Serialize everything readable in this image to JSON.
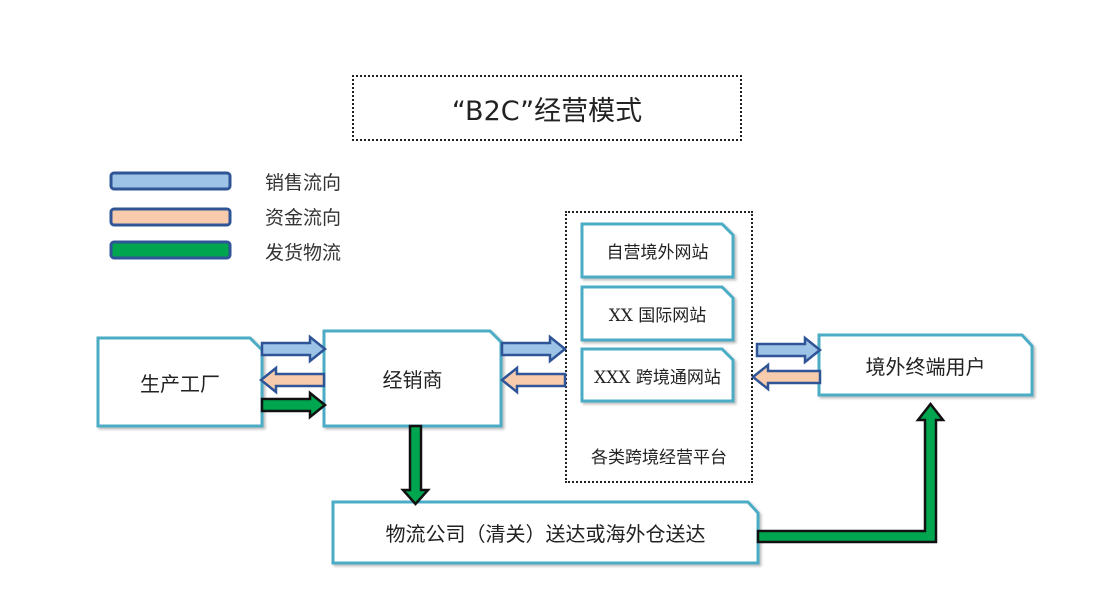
{
  "title": "“B2C”经营模式",
  "legend": {
    "items": [
      {
        "label": "销售流向",
        "color": "#9dc3e6"
      },
      {
        "label": "资金流向",
        "color": "#f8cbad"
      },
      {
        "label": "发货物流",
        "color": "#00a550"
      }
    ]
  },
  "nodes": {
    "factory": "生产工厂",
    "dealer": "经销商",
    "platform_sites": [
      "自营境外网站",
      "XX 国际网站",
      "XXX 跨境通网站"
    ],
    "platform_label": "各类跨境经营平台",
    "end_user": "境外终端用户",
    "logistics": "物流公司（清关）送达或海外仓送达"
  },
  "colors": {
    "box_border": "#4bacc6",
    "arrow_border": "#2f5597",
    "sales": "#9dc3e6",
    "funds": "#f8cbad",
    "shipping": "#00a550"
  }
}
